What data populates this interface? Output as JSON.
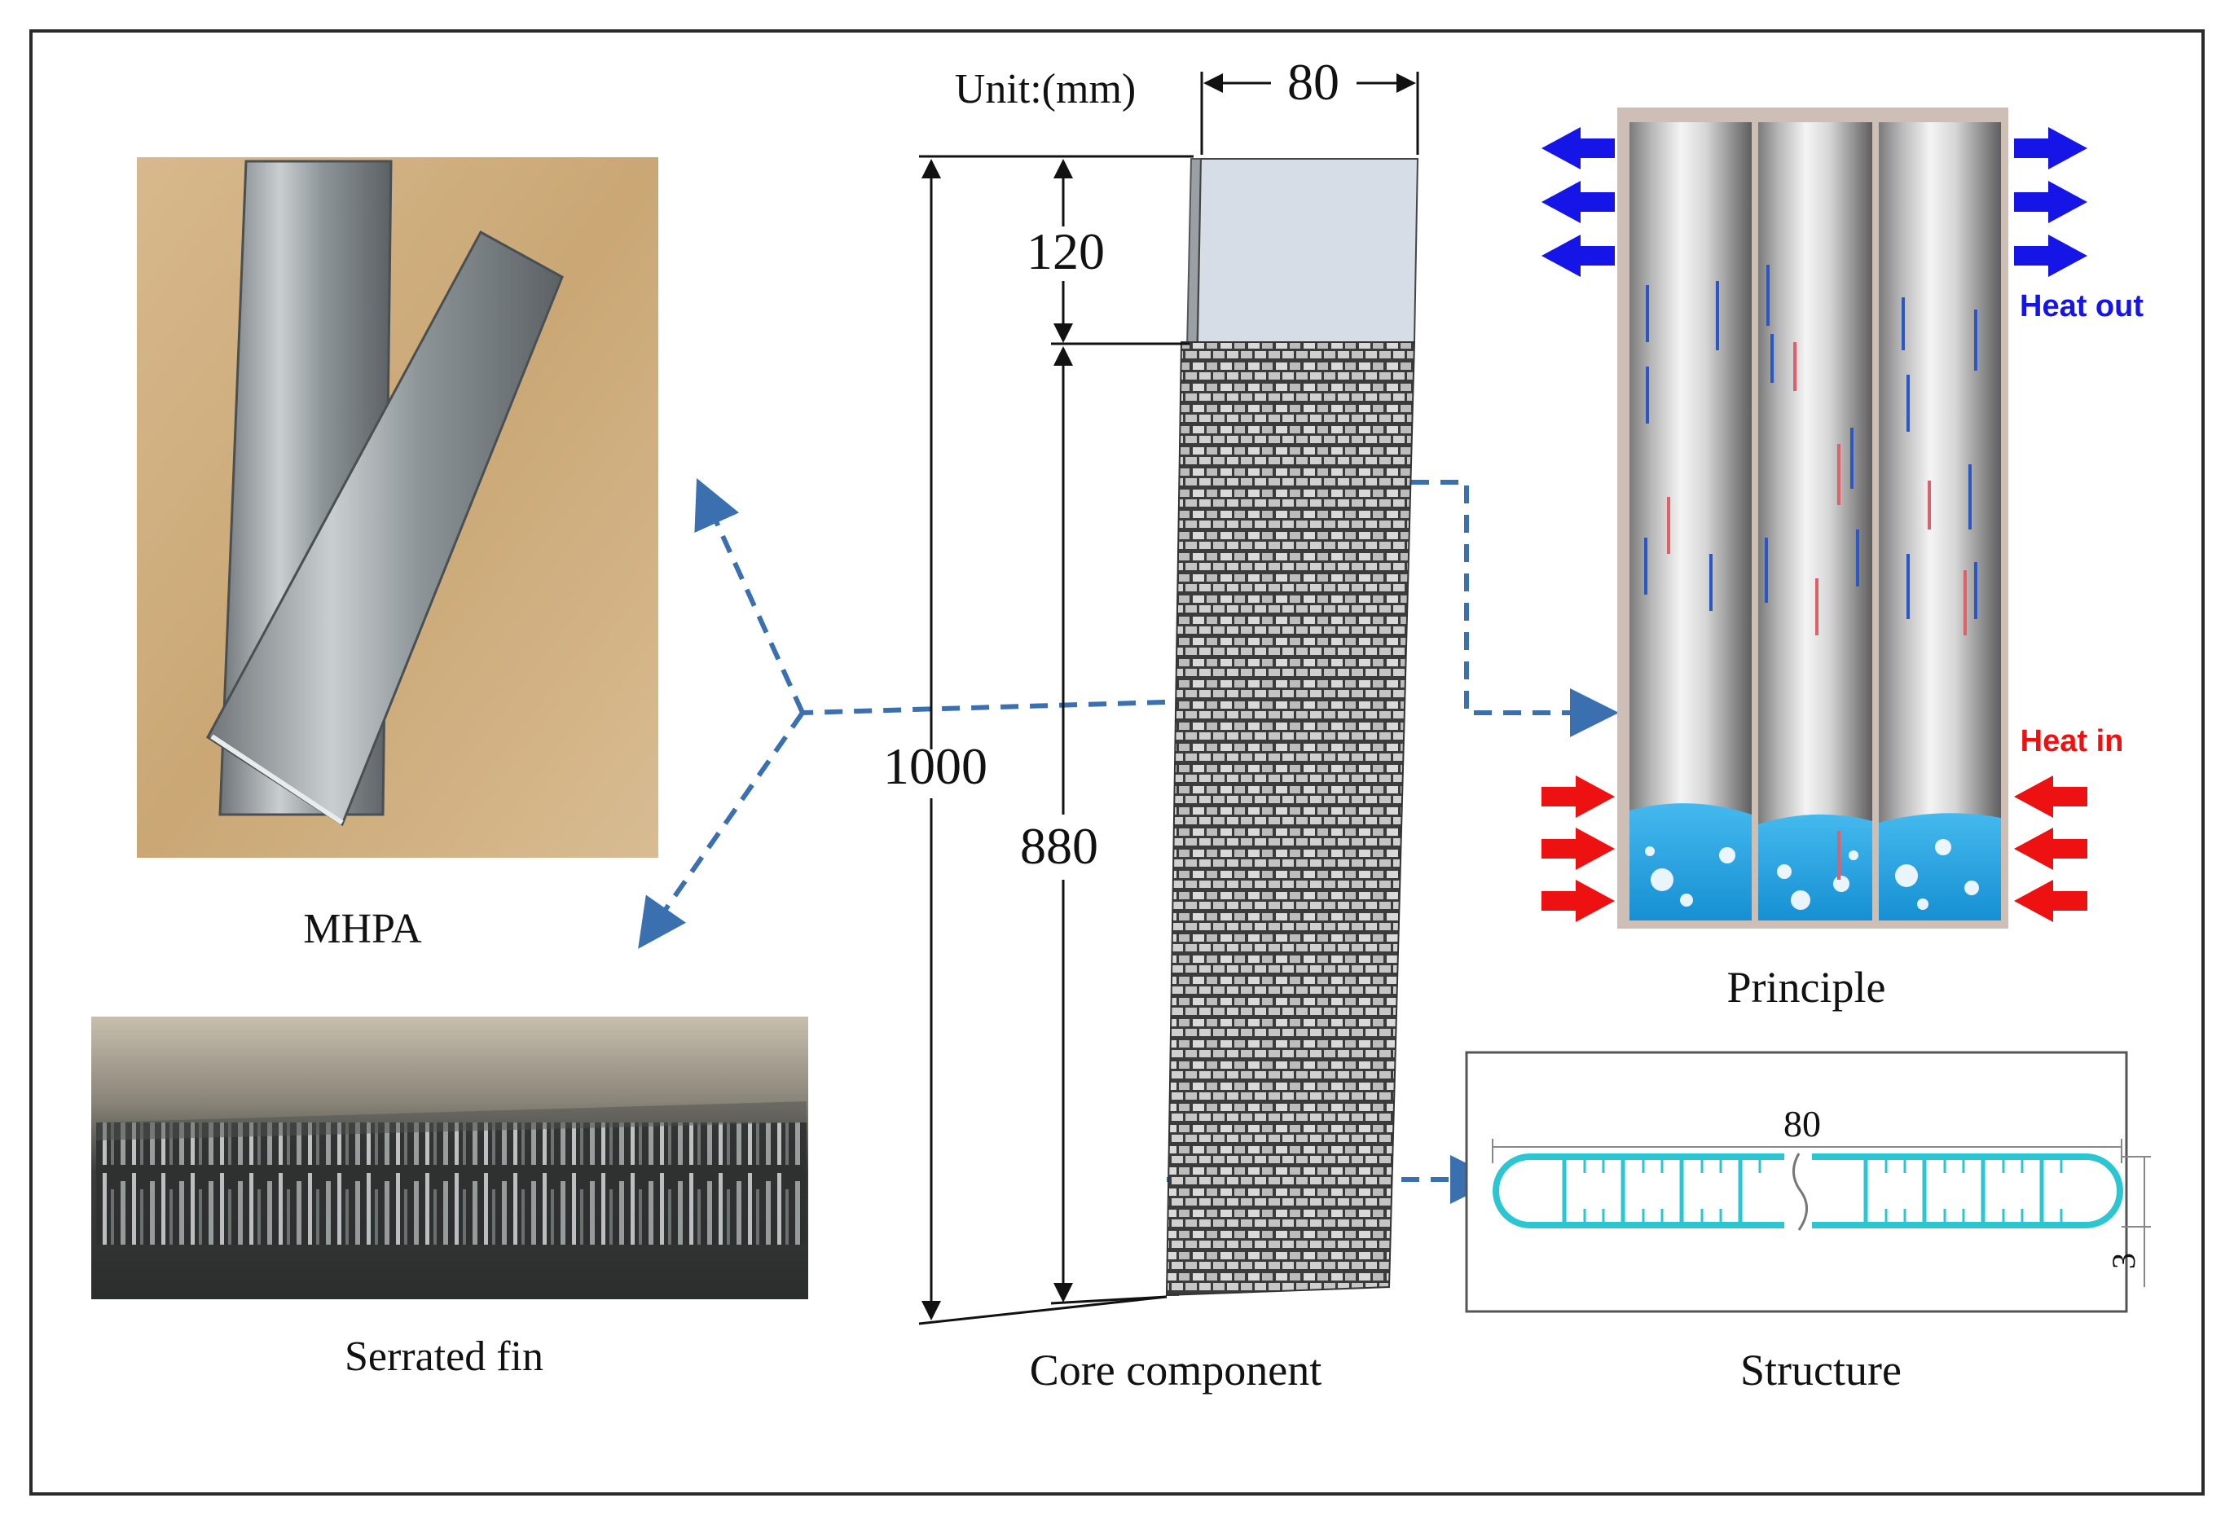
{
  "unit_label": "Unit:(mm)",
  "dimensions": {
    "width": "80",
    "top_section": "120",
    "total_length": "1000",
    "finned_section": "880",
    "structure_width": "80",
    "structure_thickness": "3"
  },
  "captions": {
    "mhpa": "MHPA",
    "fin": "Serrated fin",
    "core": "Core component",
    "principle": "Principle",
    "structure": "Structure"
  },
  "principle_labels": {
    "heat_out": "Heat out",
    "heat_in": "Heat in"
  },
  "colors": {
    "dashed_arrow": "#3a6fb0",
    "heat_out": "#1515e8",
    "heat_in": "#ee1111",
    "liquid": "#2aa7e2",
    "structure_outline": "#2cc6d2"
  }
}
